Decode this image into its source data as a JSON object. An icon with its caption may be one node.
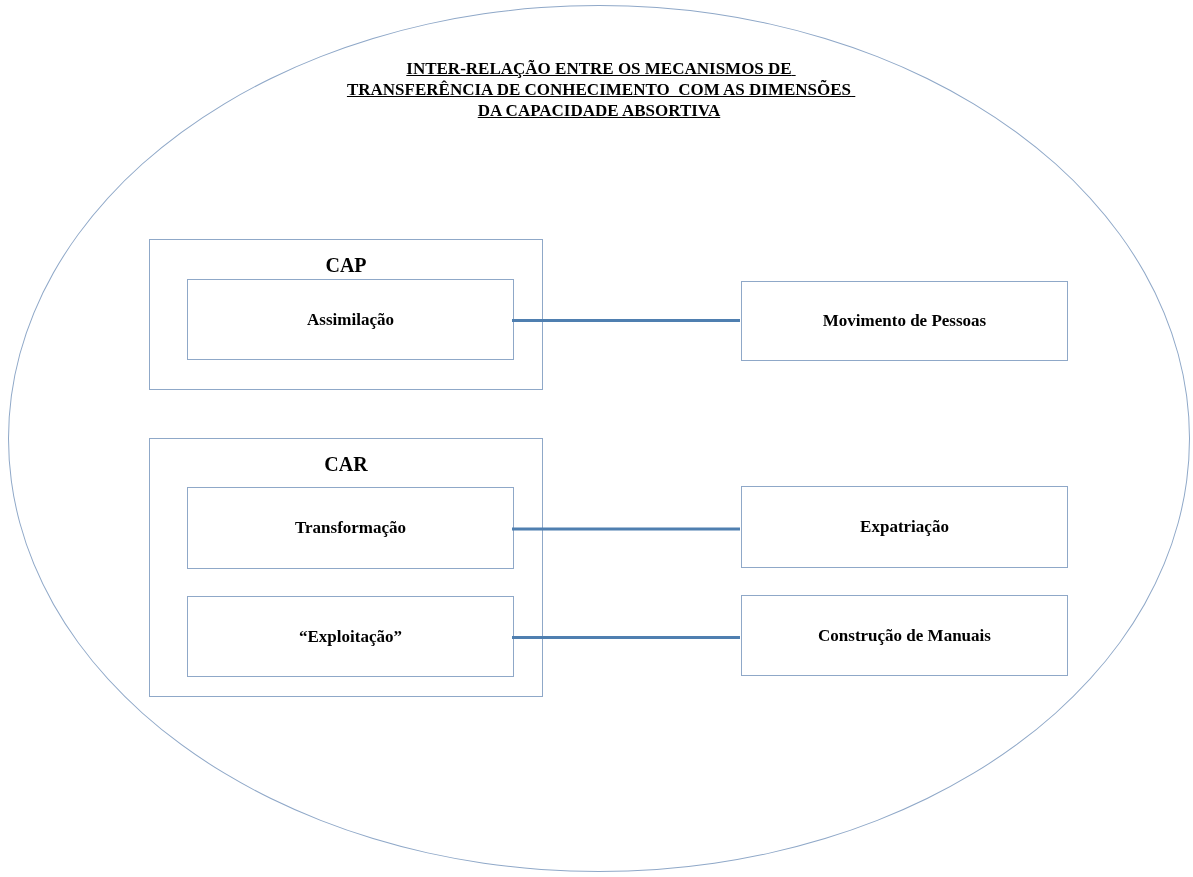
{
  "diagram": {
    "nodes": [
      {
        "text": [
          "INTER-RELAÇÃO ENTRE OS MECANISMOS DE TRANSFERÊNCIA DE CONHECIMENTO  COM AS DIMENSÕES DA CAPACIDADE ABSORTIVA"
        ]
      },
      {
        "text": [
          "CAP"
        ],
        "in": 0
      },
      {
        "text": [
          "Assimilação"
        ],
        "in": 1
      },
      {
        "text": [
          "Movimento de Pessoas"
        ],
        "in": 0
      },
      {
        "text": [
          "CAR"
        ],
        "in": 0
      },
      {
        "text": [
          "Transformação"
        ],
        "in": 4
      },
      {
        "text": [
          "Expatriação"
        ],
        "in": 0
      },
      {
        "text": [
          "“Exploitação”"
        ],
        "in": 4
      },
      {
        "text": [
          "Construção de Manuais"
        ],
        "in": 0
      }
    ],
    "edges": [
      {
        "from": 2,
        "to": 3,
        "arrow": "none"
      },
      {
        "from": 5,
        "to": 6,
        "arrow": "none"
      },
      {
        "from": 7,
        "to": 8,
        "arrow": "none"
      }
    ]
  }
}
